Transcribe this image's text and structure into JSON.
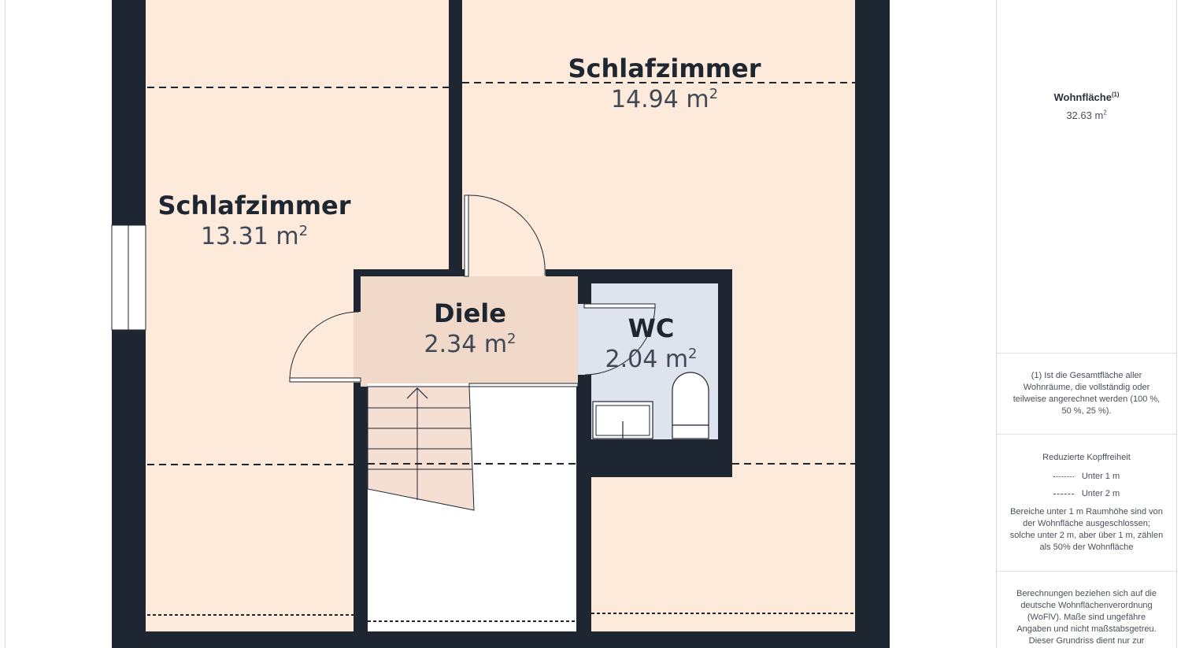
{
  "rooms": [
    {
      "name": "Schlafzimmer",
      "area": "14.94 m",
      "unit_exp": "2"
    },
    {
      "name": "Schlafzimmer",
      "area": "13.31 m",
      "unit_exp": "2"
    },
    {
      "name": "Diele",
      "area": "2.34 m",
      "unit_exp": "2"
    },
    {
      "name": "WC",
      "area": "2.04 m",
      "unit_exp": "2"
    }
  ],
  "sidebar": {
    "living_area_title": "Wohnfläche",
    "living_area_footnote": "(1)",
    "living_area_value": "32.63 m",
    "living_area_unit_exp": "2",
    "footnote_text": "(1) Ist die Gesamtfläche aller Wohnräume, die vollständig oder teilweise angerechnet werden (100 %, 50 %, 25 %).",
    "headroom_title": "Reduzierte Kopffreiheit",
    "legend_under_1m": "Unter 1 m",
    "legend_under_2m": "Unter 2 m",
    "headroom_text": "Bereiche unter 1 m Raumhöhe sind von der Wohnfläche ausgeschlossen; solche unter 2 m, aber über 1 m, zählen als 50% der Wohnfläche",
    "disclaimer": "Berechnungen beziehen sich auf die deutsche Wohnflächenverordnung (WoFlV). Maße sind ungefähre Angaben und nicht maßstabsgetreu. Dieser Grundriss dient nur zur"
  },
  "colors": {
    "wall": "#1e2632",
    "bedroom_fill": "#fdeadb",
    "hall_fill": "#f1d9c9",
    "wc_fill": "#dfe3ee",
    "stair_fill": "#f4dfd2"
  }
}
